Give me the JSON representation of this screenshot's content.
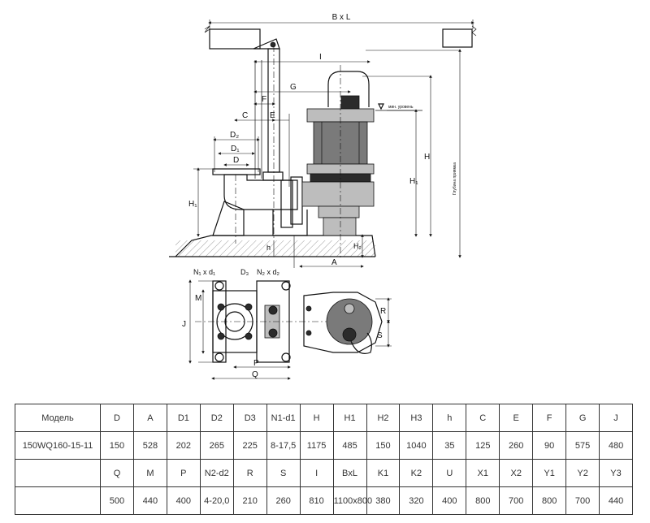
{
  "drawing": {
    "dim_labels": {
      "BxL": "B x L",
      "I": "I",
      "G": "G",
      "F": "F",
      "C": "C",
      "E": "E",
      "D2": "D₂",
      "D1": "D₁",
      "D": "D",
      "H": "H",
      "H1": "H₁",
      "H1_left": "H₁",
      "H2": "H₂",
      "h": "h",
      "A": "A",
      "depth_note": "Глубина приямка",
      "level_note": "мин. уровень",
      "N1d1": "N₁ x d₁",
      "D3": "D₃",
      "N2d2": "N₂ x d₂",
      "J": "J",
      "M": "M",
      "P": "P",
      "Q": "Q",
      "R": "R",
      "S": "S"
    }
  },
  "table": {
    "row1": [
      "Модель",
      "D",
      "A",
      "D1",
      "D2",
      "D3",
      "N1-d1",
      "H",
      "H1",
      "H2",
      "H3",
      "h",
      "C",
      "E",
      "F",
      "G",
      "J"
    ],
    "row2": [
      "150WQ160-15-11",
      "150",
      "528",
      "202",
      "265",
      "225",
      "8-17,5",
      "1175",
      "485",
      "150",
      "1040",
      "35",
      "125",
      "260",
      "90",
      "575",
      "480"
    ],
    "row3": [
      "",
      "Q",
      "M",
      "P",
      "N2-d2",
      "R",
      "S",
      "I",
      "BxL",
      "K1",
      "K2",
      "U",
      "X1",
      "X2",
      "Y1",
      "Y2",
      "Y3"
    ],
    "row4": [
      "",
      "500",
      "440",
      "400",
      "4-20,0",
      "210",
      "260",
      "810",
      "1100x800",
      "380",
      "320",
      "400",
      "800",
      "700",
      "800",
      "700",
      "440"
    ]
  }
}
